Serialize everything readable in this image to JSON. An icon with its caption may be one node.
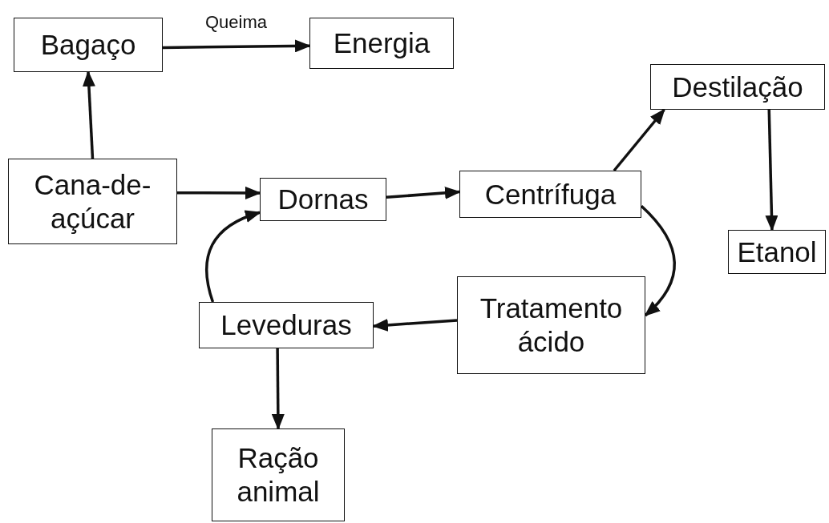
{
  "diagram": {
    "nodes": [
      {
        "text": [
          "Bagaço"
        ]
      },
      {
        "text": [
          "Energia"
        ]
      },
      {
        "text": [
          "Destilação"
        ]
      },
      {
        "text": [
          "Cana-de-açúcar"
        ]
      },
      {
        "text": [
          "Dornas"
        ]
      },
      {
        "text": [
          "Centrífuga"
        ]
      },
      {
        "text": [
          "Etanol"
        ]
      },
      {
        "text": [
          "Tratamento ácido"
        ]
      },
      {
        "text": [
          "Leveduras"
        ]
      },
      {
        "text": [
          "Ração animal"
        ]
      }
    ],
    "edges": [
      {
        "from": 3,
        "to": 0,
        "arrow": "to"
      },
      {
        "from": 0,
        "to": 1,
        "arrow": "to",
        "label": "Queima"
      },
      {
        "from": 3,
        "to": 4,
        "arrow": "to"
      },
      {
        "from": 4,
        "to": 5,
        "arrow": "to"
      },
      {
        "from": 5,
        "to": 2,
        "arrow": "to"
      },
      {
        "from": 2,
        "to": 6,
        "arrow": "to"
      },
      {
        "from": 5,
        "to": 7,
        "arrow": "to"
      },
      {
        "from": 7,
        "to": 8,
        "arrow": "to"
      },
      {
        "from": 8,
        "to": 4,
        "arrow": "to"
      },
      {
        "from": 8,
        "to": 9,
        "arrow": "to"
      }
    ]
  }
}
